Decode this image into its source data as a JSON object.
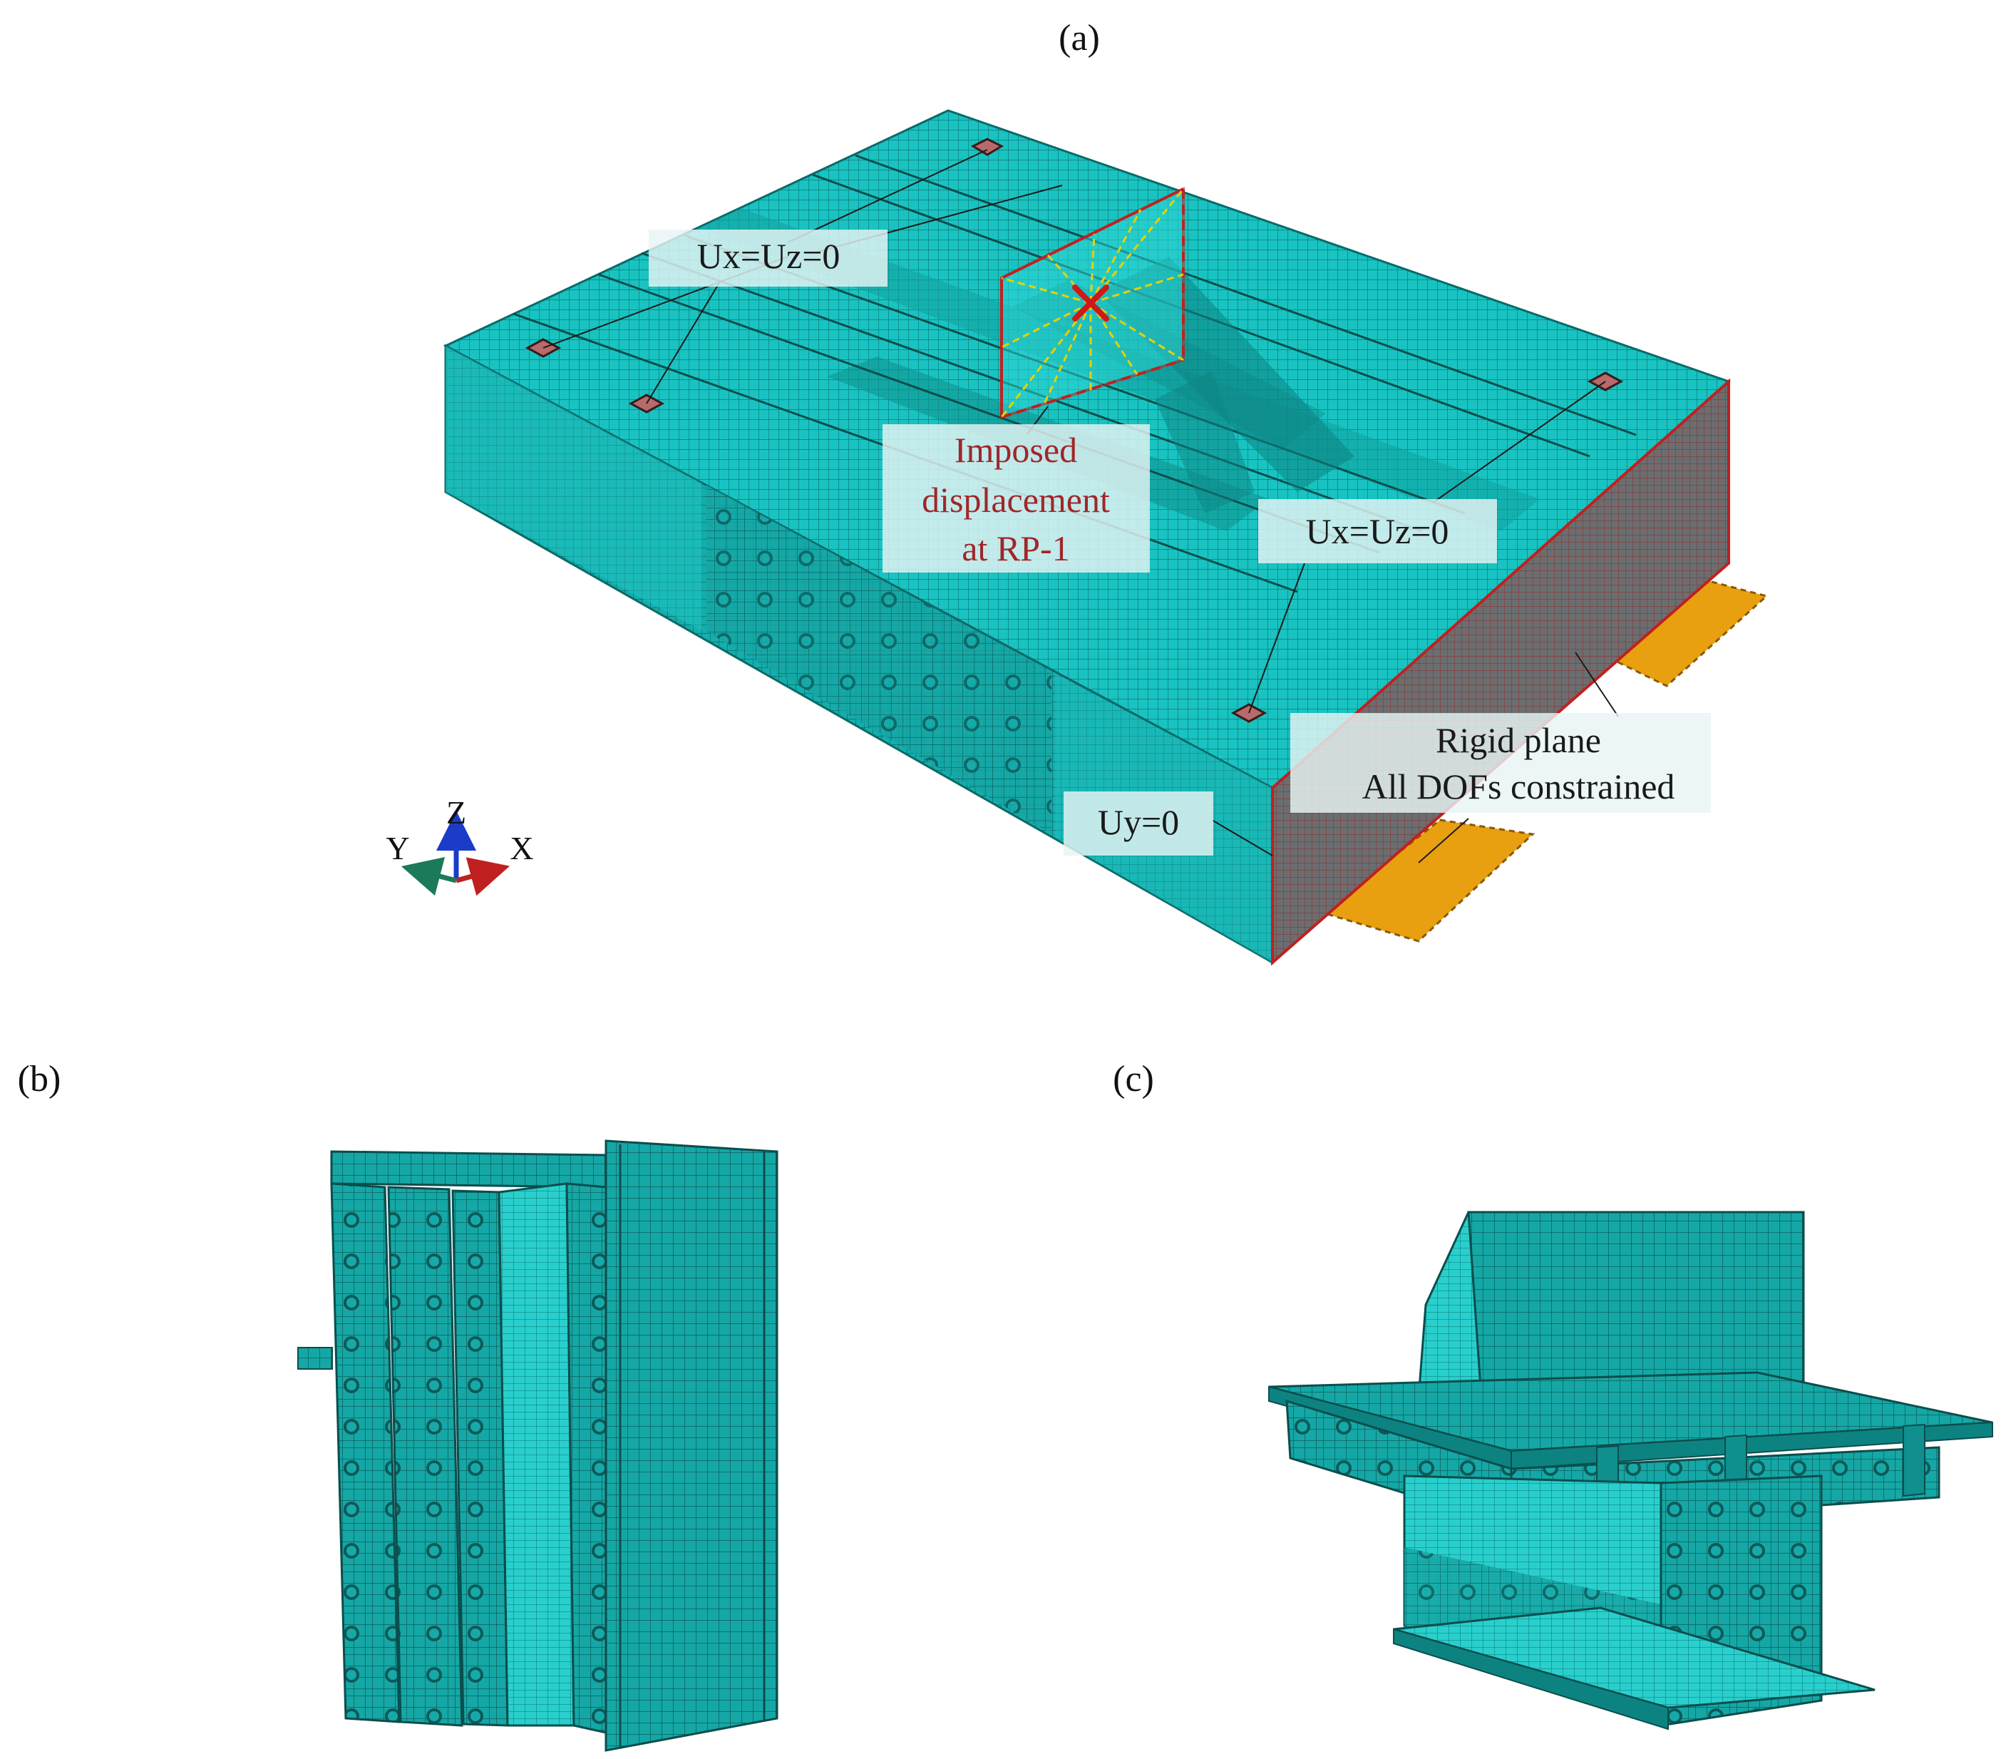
{
  "panels": {
    "a": "(a)",
    "b": "(b)",
    "c": "(c)"
  },
  "annotations": {
    "bc_top": "Ux=Uz=0",
    "bc_right": "Ux=Uz=0",
    "imposed_line1": "Imposed",
    "imposed_line2": "displacement",
    "imposed_line3": "at RP-1",
    "uy": "Uy=0",
    "rigid_line1": "Rigid plane",
    "rigid_line2": "All DOFs constrained"
  },
  "axes": {
    "y": "Y",
    "z": "Z",
    "x": "X"
  },
  "colors": {
    "mesh": "#13b5b3",
    "mesh_light": "#25d3d1",
    "mesh_dark": "#0a8c8a",
    "mesh_line": "#0a5f5e",
    "constraint": "#a0262a",
    "rigid_plane": "#e8a010",
    "pad": "#b86a6a"
  }
}
